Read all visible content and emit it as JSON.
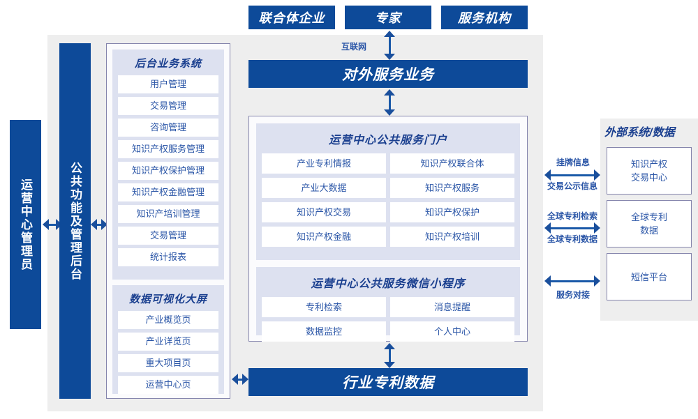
{
  "top_actors": [
    {
      "label": "联合体企业"
    },
    {
      "label": "专家"
    },
    {
      "label": "服务机构"
    }
  ],
  "connectors": {
    "internet": "互联网",
    "listing_info": "挂牌信息",
    "trade_public_info": "交易公示信息",
    "global_patent_search": "全球专利检索",
    "global_patent_data": "全球专利数据",
    "service_docking": "服务对接"
  },
  "external_service_bar": "对外服务业务",
  "industry_patent_data_bar": "行业专利数据",
  "left_bars": {
    "admin": "运营中心管理员",
    "common_backend": "公共功能及管理后台"
  },
  "backend_system": {
    "title": "后台业务系统",
    "items": [
      "用户管理",
      "交易管理",
      "咨询管理",
      "知识产权服务管理",
      "知识产权保护管理",
      "知识产权金融管理",
      "知识产培训管理",
      "交易管理",
      "统计报表"
    ]
  },
  "data_visual_screen": {
    "title": "数据可视化大屏",
    "items": [
      "产业概览页",
      "产业详览页",
      "重大项目页",
      "运营中心页"
    ]
  },
  "public_service_portal": {
    "title": "运营中心公共服务门户",
    "rows": [
      [
        "产业专利情报",
        "知识产权联合体"
      ],
      [
        "产业大数据",
        "知识产权服务"
      ],
      [
        "知识产权交易",
        "知识产权保护"
      ],
      [
        "知识产权金融",
        "知识产权培训"
      ]
    ]
  },
  "wechat_mini_program": {
    "title": "运营中心公共服务微信小程序",
    "rows": [
      [
        "专利检索",
        "消息提醒"
      ],
      [
        "数据监控",
        "个人中心"
      ]
    ]
  },
  "external_systems": {
    "title": "外部系统/数据",
    "items": [
      "知识产权\n交易中心",
      "全球专利\n数据",
      "短信平台"
    ]
  },
  "colors": {
    "brand_blue": "#0d4a99",
    "accent_text": "#2b56a7",
    "panel_lavender": "#dde1f0",
    "container_gray": "#eeeeee",
    "panel_border": "#8484ac"
  }
}
